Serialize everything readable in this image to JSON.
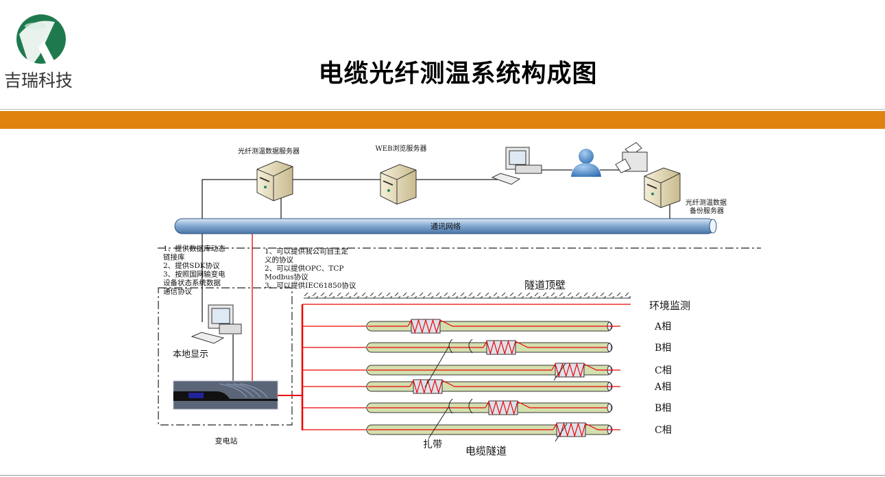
{
  "header": {
    "title": "电缆光纤测温系统构成图",
    "company": "吉瑞科技",
    "accent_color": "#E0820F",
    "logo_color": "#1E7A4E"
  },
  "network": {
    "pipe_label": "通讯网络",
    "data_server": "光纤测温数据服务器",
    "web_server": "WEB浏览服务器",
    "backup_server": [
      "光纤测温数据",
      "备份服务器"
    ]
  },
  "notes": {
    "left": [
      "1、提供数据库动态",
      "链接库",
      "2、提供SDK协议",
      "3、按照国网输变电",
      "设备状态系统数据",
      "通信协议"
    ],
    "right": [
      "1、可以提供我公司自主定",
      "义的协议",
      "2、可以提供OPC、TCP",
      "Modbus协议",
      "3、可以提供IEC61850协议"
    ]
  },
  "substation": {
    "local_display": "本地显示",
    "label": "变电站"
  },
  "tunnel": {
    "ceiling": "隧道顶壁",
    "env_monitor": "环境监测",
    "phases": [
      "A相",
      "B相",
      "C相",
      "A相",
      "B相",
      "C相"
    ],
    "tie_label": "扎带",
    "tunnel_label": "电缆隧道"
  }
}
